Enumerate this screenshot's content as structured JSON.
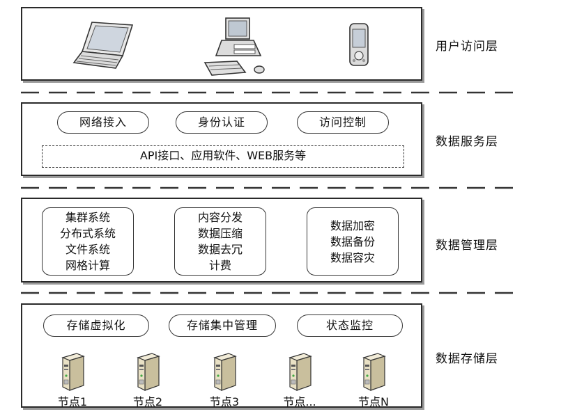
{
  "layers": [
    {
      "label": "用户访问层"
    },
    {
      "label": "数据服务层"
    },
    {
      "label": "数据管理层"
    },
    {
      "label": "数据存储层"
    }
  ],
  "service": {
    "pills": [
      "网络接入",
      "身份认证",
      "访问控制"
    ],
    "api": "API接口、应用软件、WEB服务等"
  },
  "management": {
    "boxes": [
      {
        "lines": [
          "集群系统",
          "分布式系统",
          "文件系统",
          "网格计算"
        ]
      },
      {
        "lines": [
          "内容分发",
          "数据压缩",
          "数据去冗",
          "计费"
        ]
      },
      {
        "lines": [
          "数据加密",
          "数据备份",
          "数据容灾"
        ]
      }
    ]
  },
  "storage": {
    "pills": [
      "存储虚拟化",
      "存储集中管理",
      "状态监控"
    ],
    "nodes": [
      "节点1",
      "节点2",
      "节点3",
      "节点...",
      "节点N"
    ]
  },
  "icons": [
    "laptop-icon",
    "desktop-computer-icon",
    "mobile-device-icon",
    "server-icon"
  ]
}
